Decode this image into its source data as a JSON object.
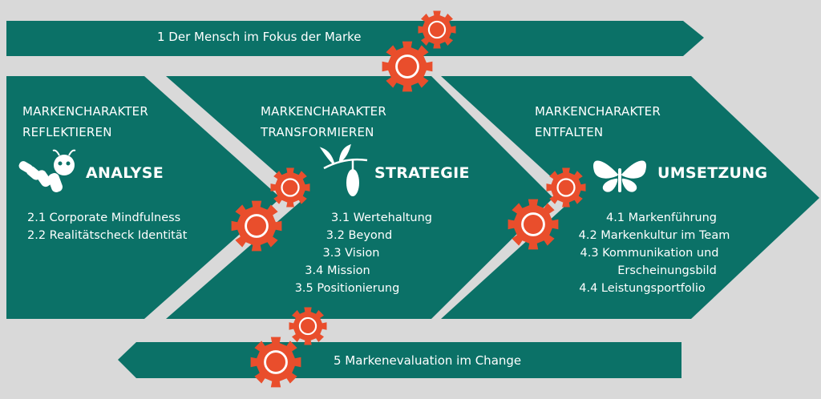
{
  "top_bar": {
    "label": "1 Der Mensch im Fokus der Marke"
  },
  "bottom_bar": {
    "label": "5 Markenevaluation im Change"
  },
  "phases": [
    {
      "heading": [
        "MARKENCHARAKTER",
        "REFLEKTIEREN"
      ],
      "title": "ANALYSE",
      "icon": "larva-icon",
      "items": [
        "2.1 Corporate Mindfulness",
        "2.2 Realitätscheck Identität"
      ]
    },
    {
      "heading": [
        "MARKENCHARAKTER",
        "TRANSFORMIEREN"
      ],
      "title": "STRATEGIE",
      "icon": "cocoon-branch-icon",
      "items": [
        "3.1 Wertehaltung",
        "3.2 Beyond",
        "3.3 Vision",
        "3.4 Mission",
        "3.5 Positionierung"
      ]
    },
    {
      "heading": [
        "MARKENCHARAKTER",
        "ENTFALTEN"
      ],
      "title": "UMSETZUNG",
      "icon": "butterfly-icon",
      "items": [
        "4.1 Markenführung",
        "4.2 Markenkultur im Team",
        "4.3 Kommunikation und",
        "Erscheinungsbild",
        "4.4 Leistungsportfolio"
      ]
    }
  ],
  "colors": {
    "background": "#d9d9d9",
    "teal": "#0b7167",
    "gear": "#e94e2c",
    "text": "#ffffff"
  },
  "decorations": {
    "gear_icon": "gear-icon"
  }
}
